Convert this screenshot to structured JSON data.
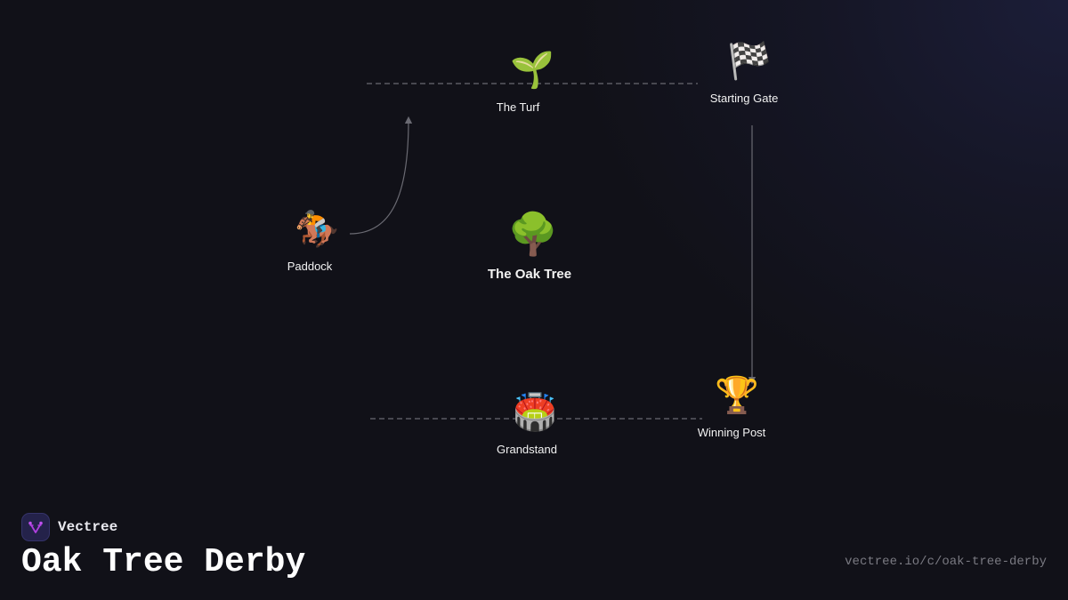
{
  "diagram": {
    "center": {
      "label": "The Oak Tree",
      "icon": "deciduous-tree-icon",
      "glyph": "🌳"
    },
    "nodes": [
      {
        "id": "turf",
        "label": "The Turf",
        "icon": "seedling-icon",
        "glyph": "🌱"
      },
      {
        "id": "starting-gate",
        "label": "Starting Gate",
        "icon": "checkered-flag-icon",
        "glyph": "🏁"
      },
      {
        "id": "paddock",
        "label": "Paddock",
        "icon": "horse-racing-icon",
        "glyph": "🏇"
      },
      {
        "id": "grandstand",
        "label": "Grandstand",
        "icon": "stadium-icon",
        "glyph": "🏟️"
      },
      {
        "id": "winning-post",
        "label": "Winning Post",
        "icon": "trophy-icon",
        "glyph": "🏆"
      }
    ],
    "edges": [
      {
        "from": "paddock",
        "to": "turf",
        "style": "curved-arrow"
      },
      {
        "from": "starting-gate",
        "to": "winning-post",
        "style": "straight-arrow"
      },
      {
        "through": "turf",
        "style": "dashed-line"
      },
      {
        "through": "grandstand",
        "style": "dashed-line"
      }
    ]
  },
  "footer": {
    "brand_name": "Vectree",
    "title": "Oak Tree Derby",
    "url": "vectree.io/c/oak-tree-derby"
  },
  "colors": {
    "background": "#111118",
    "glow": "#1c1e3a",
    "edge": "#5a5a62",
    "label": "#f2f2f2",
    "logo_accent": "#b040e0"
  }
}
